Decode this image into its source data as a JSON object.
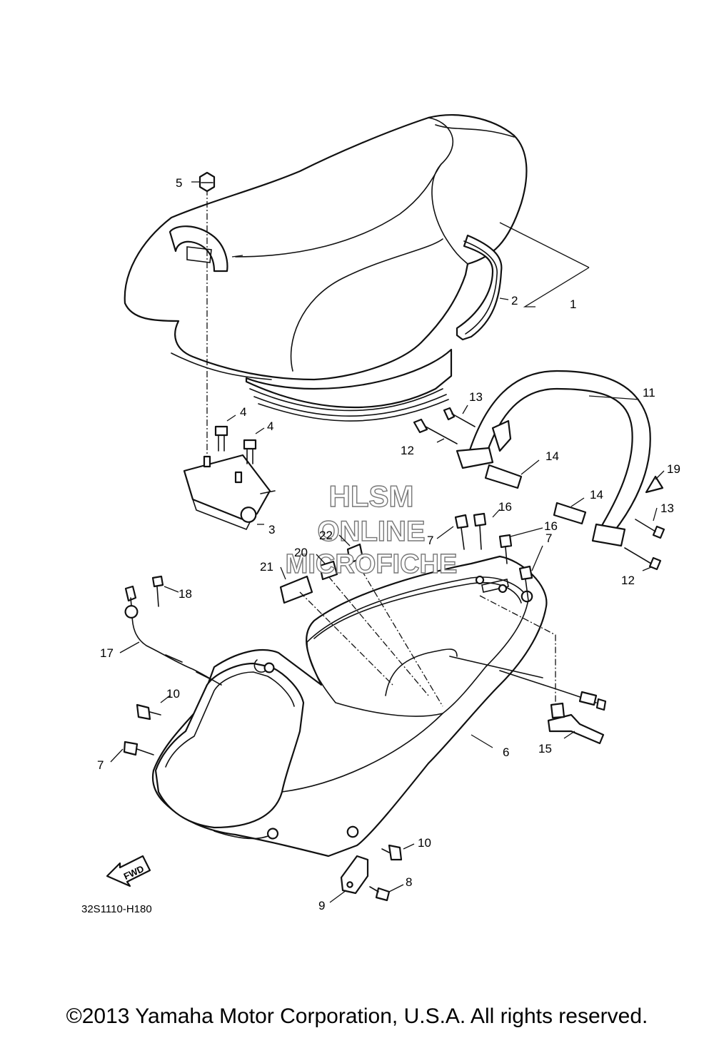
{
  "diagram_code": "32S1110-H180",
  "fwd_label": "FWD",
  "copyright": "©2013 Yamaha Motor Corporation, U.S.A. All rights reserved.",
  "watermark": {
    "line1": "HLSM",
    "line2": "ONLINE",
    "line3": "MICROFICHE"
  },
  "callouts": [
    {
      "id": "c1",
      "label": "1"
    },
    {
      "id": "c2",
      "label": "2"
    },
    {
      "id": "c3",
      "label": "3"
    },
    {
      "id": "c4a",
      "label": "4"
    },
    {
      "id": "c4b",
      "label": "4"
    },
    {
      "id": "c5",
      "label": "5"
    },
    {
      "id": "c6",
      "label": "6"
    },
    {
      "id": "c7a",
      "label": "7"
    },
    {
      "id": "c7b",
      "label": "7"
    },
    {
      "id": "c7c",
      "label": "7"
    },
    {
      "id": "c8",
      "label": "8"
    },
    {
      "id": "c9",
      "label": "9"
    },
    {
      "id": "c10a",
      "label": "10"
    },
    {
      "id": "c10b",
      "label": "10"
    },
    {
      "id": "c11",
      "label": "11"
    },
    {
      "id": "c12a",
      "label": "12"
    },
    {
      "id": "c12b",
      "label": "12"
    },
    {
      "id": "c13a",
      "label": "13"
    },
    {
      "id": "c13b",
      "label": "13"
    },
    {
      "id": "c14a",
      "label": "14"
    },
    {
      "id": "c14b",
      "label": "14"
    },
    {
      "id": "c15",
      "label": "15"
    },
    {
      "id": "c16a",
      "label": "16"
    },
    {
      "id": "c16b",
      "label": "16"
    },
    {
      "id": "c17",
      "label": "17"
    },
    {
      "id": "c18",
      "label": "18"
    },
    {
      "id": "c19",
      "label": "19"
    },
    {
      "id": "c20",
      "label": "20"
    },
    {
      "id": "c21",
      "label": "21"
    },
    {
      "id": "c22",
      "label": "22"
    }
  ]
}
